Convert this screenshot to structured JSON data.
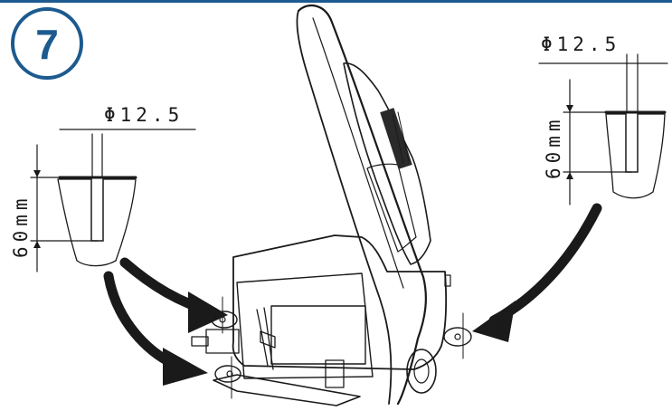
{
  "step": {
    "number": "7",
    "accent_color": "#1c5a8f"
  },
  "top_rule_color": "#1c5a8f",
  "left_hole_detail": {
    "diameter_label": "Φ12.5",
    "depth_label": "60mm"
  },
  "right_hole_detail": {
    "diameter_label": "Φ12.5",
    "depth_label": "60mm"
  },
  "arrows": {
    "color": "#1a1a1a"
  }
}
